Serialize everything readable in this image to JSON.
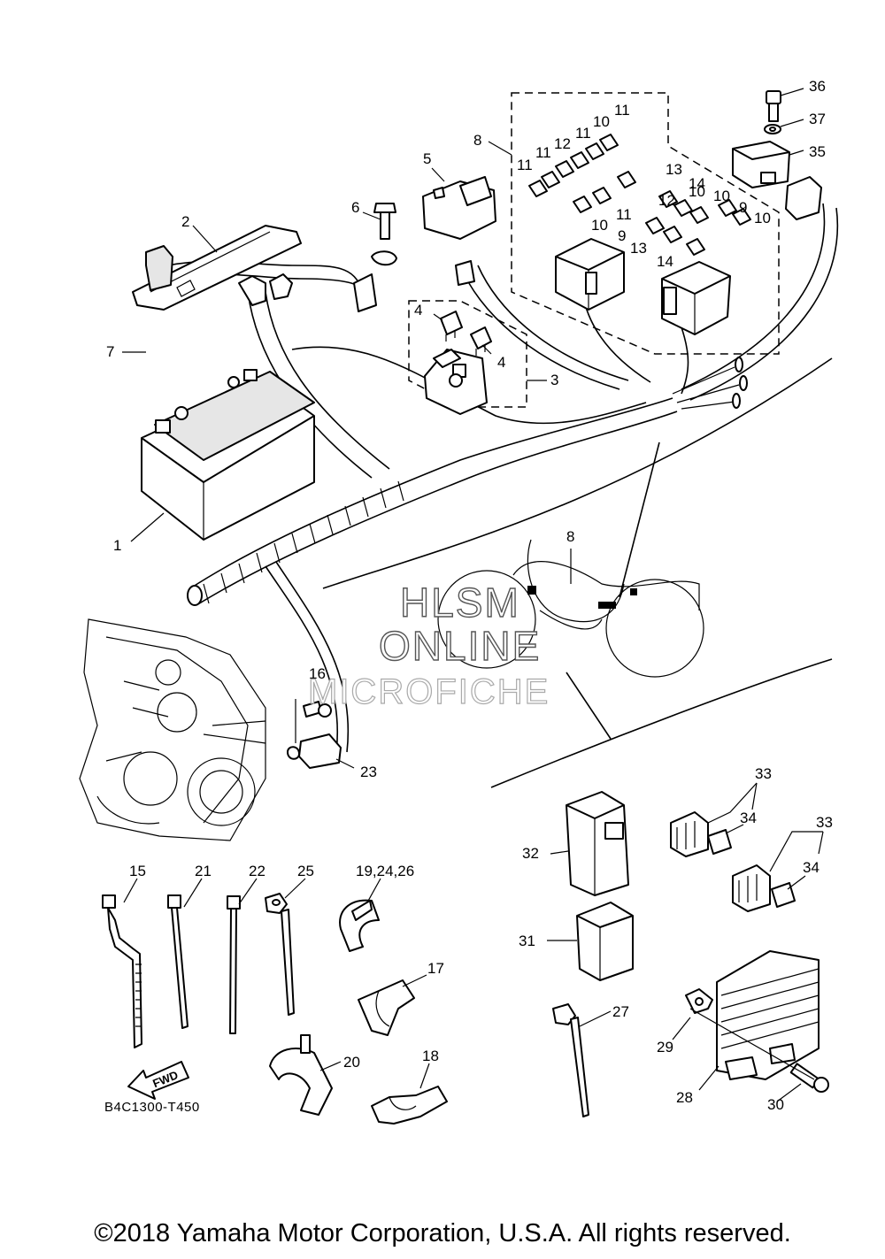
{
  "diagram": {
    "drawing_code": "B4C1300-T450",
    "copyright": "©2018 Yamaha Motor Corporation, U.S.A. All rights reserved.",
    "watermark": [
      "HLSM",
      "ONLINE",
      "MICROFICHE"
    ],
    "fwd_label": "FWD",
    "callouts": [
      "1",
      "2",
      "3",
      "4",
      "4",
      "5",
      "6",
      "7",
      "8",
      "8",
      "9",
      "9",
      "10",
      "10",
      "10",
      "10",
      "10",
      "11",
      "11",
      "11",
      "11",
      "11",
      "12",
      "12",
      "13",
      "13",
      "14",
      "14",
      "15",
      "16",
      "17",
      "18",
      "19,24,26",
      "20",
      "21",
      "22",
      "23",
      "25",
      "27",
      "28",
      "29",
      "30",
      "31",
      "32",
      "33",
      "33",
      "34",
      "34",
      "35",
      "36",
      "37"
    ]
  }
}
